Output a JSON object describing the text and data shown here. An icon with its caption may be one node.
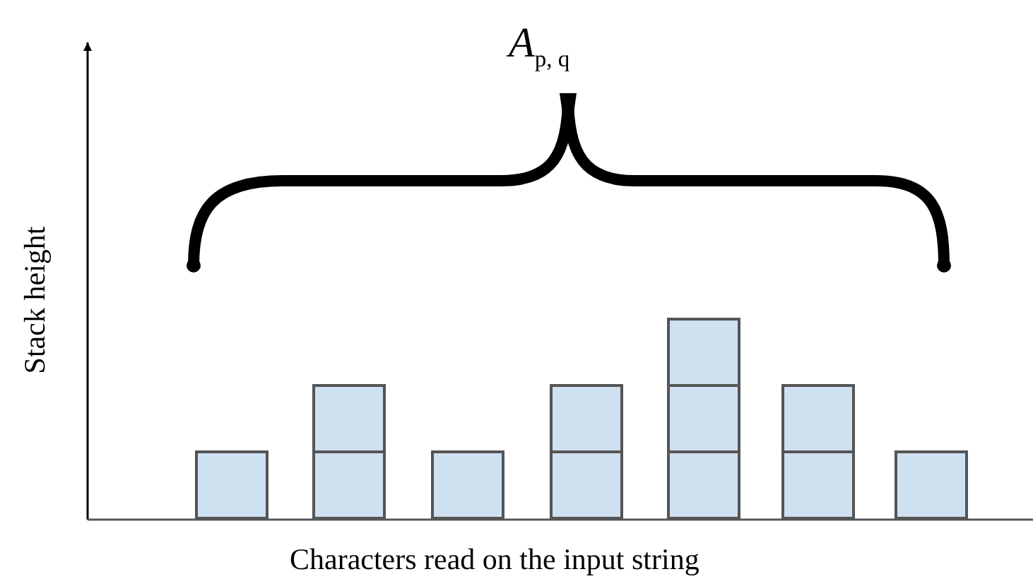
{
  "diagram": {
    "nodes": [
      {
        "text": [],
        "shape": "box"
      },
      {
        "text": [],
        "shape": "box"
      },
      {
        "text": [],
        "shape": "box"
      },
      {
        "text": [],
        "shape": "box"
      },
      {
        "text": [],
        "shape": "box"
      },
      {
        "text": [],
        "shape": "box"
      },
      {
        "text": [],
        "shape": "box"
      },
      {
        "text": [],
        "shape": "box"
      },
      {
        "text": [],
        "shape": "box"
      },
      {
        "text": [],
        "shape": "box"
      },
      {
        "text": [],
        "shape": "box"
      },
      {
        "text": [],
        "shape": "box"
      }
    ],
    "labels": [
      "*A*$_{p, q}$",
      "Stack height",
      "Characters read on the input string"
    ]
  }
}
